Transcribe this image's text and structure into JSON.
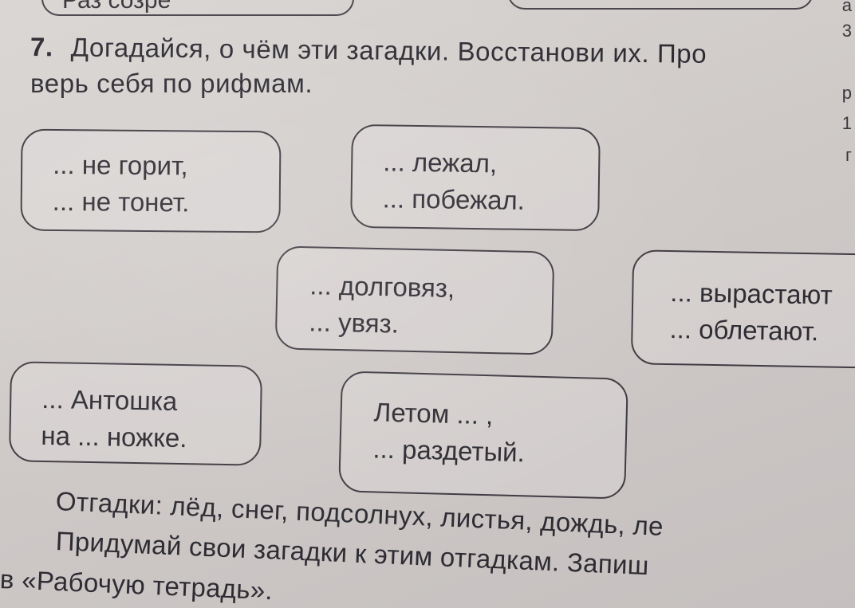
{
  "top": {
    "left_box_text": "Раз созре",
    "margin_letters": [
      "а",
      "3",
      "р",
      "1",
      "г"
    ]
  },
  "task": {
    "number": "7.",
    "line1": "Догадайся, о чём эти загадки. Восстанови их. Про",
    "line2": "верь себя по рифмам."
  },
  "riddles": [
    {
      "line1": "... не горит,",
      "line2": "... не тонет."
    },
    {
      "line1": "... лежал,",
      "line2": "... побежал."
    },
    {
      "line1": "... долговяз,",
      "line2": "... увяз."
    },
    {
      "line1": "... вырастают",
      "line2": "... облетают."
    },
    {
      "line1": "... Антошка",
      "line2": "на ... ножке."
    },
    {
      "line1": "Летом ... ,",
      "line2": "... раздетый."
    }
  ],
  "answers": {
    "text": "Отгадки: лёд, снег, подсолнух, листья, дождь, ле"
  },
  "task2": {
    "line1": "Придумай свои загадки к этим отгадкам. Запиш",
    "line2": "в «Рабочую тетрадь»."
  }
}
